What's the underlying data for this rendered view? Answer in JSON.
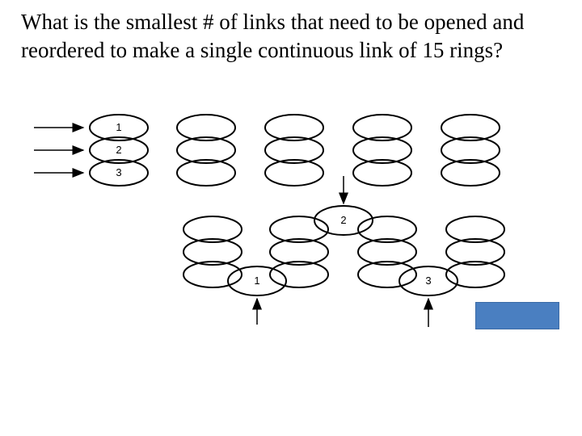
{
  "question": "What is the smallest # of links that need to be opened and reordered to make a single continuous link of 15 rings?",
  "top_row_labels": [
    "1",
    "2",
    "3"
  ],
  "bottom_row_labels": [
    "1",
    "2",
    "3"
  ],
  "colors": {
    "box": "#4a7fc1",
    "stroke": "#000000"
  }
}
